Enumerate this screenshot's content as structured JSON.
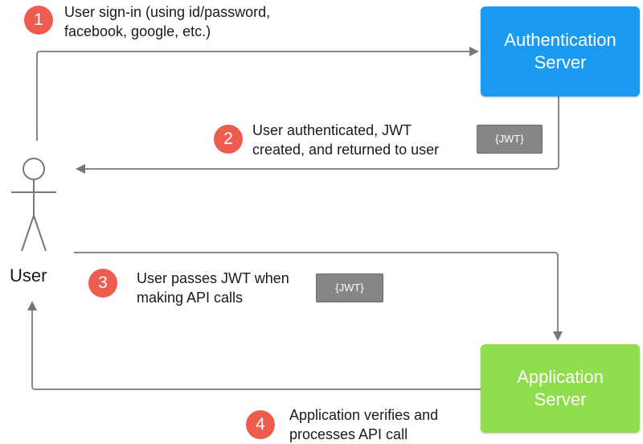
{
  "steps": [
    {
      "number": "1",
      "line1": "User sign-in (using id/password,",
      "line2": "facebook, google, etc.)"
    },
    {
      "number": "2",
      "line1": "User authenticated, JWT",
      "line2": "created, and returned to user"
    },
    {
      "number": "3",
      "line1": "User passes JWT when",
      "line2": "making API calls"
    },
    {
      "number": "4",
      "line1": "Application verifies and",
      "line2": "processes API call"
    }
  ],
  "auth_server": {
    "line1": "Authentication",
    "line2": "Server"
  },
  "app_server": {
    "line1": "Application",
    "line2": "Server"
  },
  "user_label": "User",
  "token_label": "{JWT}",
  "colors": {
    "badge": "#ee5b4f",
    "auth_server": "#1a9af0",
    "app_server": "#8fdc4d",
    "token": "#868686",
    "arrow": "#777777"
  }
}
